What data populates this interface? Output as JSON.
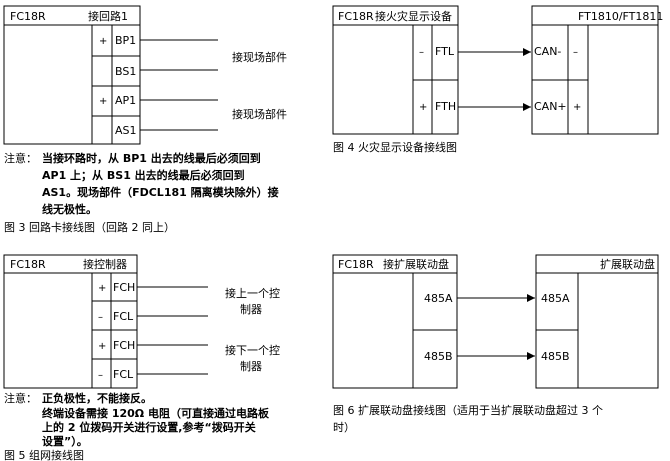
{
  "fig3": {
    "box_title_left": "FC18R",
    "box_title_right": "接回路1",
    "plus1": "+",
    "plus2": "+",
    "term1": "BP1",
    "term2": "BS1",
    "term3": "AP1",
    "term4": "AS1",
    "field1": "接现场部件",
    "field2": "接现场部件",
    "note_label": "注意：",
    "note_line1": "当接环路时，从 BP1 出去的线最后必须回到",
    "note_line2": "AP1 上；从 BS1 出去的线最后必须回到",
    "note_line3": "AS1。现场部件（FDCL181 隔离模块除外）接",
    "note_line4": "线无极性。",
    "caption": "图 3 回路卡接线图（回路 2 同上）"
  },
  "fig4": {
    "box_title_left": "FC18R",
    "box_title_right": "接火灾显示设备",
    "minus": "–",
    "plus": "+",
    "term_l": "FTL",
    "term_h": "FTH",
    "device_title": "FT1810/FT1811",
    "can_minus": "CAN-",
    "can_plus": "CAN+",
    "dev_minus": "–",
    "dev_plus": "+",
    "caption": "图 4  火灾显示设备接线图"
  },
  "fig5": {
    "box_title_left": "FC18R",
    "box_title_right": "接控制器",
    "sign1": "+",
    "sign2": "–",
    "sign3": "+",
    "sign4": "–",
    "term1": "FCH",
    "term2": "FCL",
    "term3": "FCH",
    "term4": "FCL",
    "up_line1": "接上一个控",
    "up_line2": "制器",
    "down_line1": "接下一个控",
    "down_line2": "制器",
    "note_label": "注意：",
    "note_line1": "正负极性，不能接反。",
    "note_line2": "终端设备需接 120Ω 电阻（可直接通过电路板",
    "note_line3": "上的 2 位拨码开关进行设置,参考“拨码开关",
    "note_line4": "设置”）。",
    "caption": "图 5 组网接线图"
  },
  "fig6": {
    "box_title_left": "FC18R",
    "box_title_right": "接扩展联动盘",
    "term_a": "485A",
    "term_b": "485B",
    "panel_title": "扩展联动盘",
    "panel_a": "485A",
    "panel_b": "485B",
    "caption_line1": "图 6 扩展联动盘接线图（适用于当扩展联动盘超过 3 个",
    "caption_line2": "时）"
  }
}
